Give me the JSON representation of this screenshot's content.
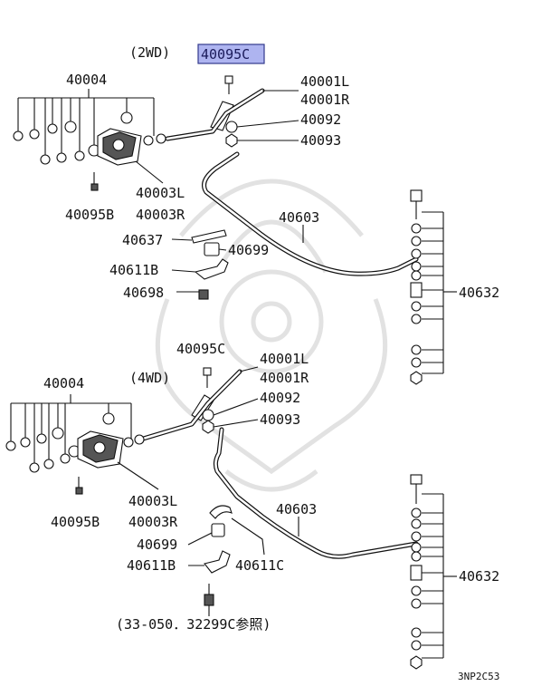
{
  "section_2wd": {
    "title": "(2WD)",
    "highlighted_part": "40095C",
    "labels": {
      "bracket_bushings": "40004",
      "bracket_l": "40001L",
      "bracket_r": "40001R",
      "washer": "40092",
      "nut": "40093",
      "mount_l": "40003L",
      "mount_r": "40003R",
      "bolt_b": "40095B",
      "stabilizer_bar": "40603",
      "clamp": "40637",
      "bushing": "40699",
      "bracket_b": "40611B",
      "bolt": "40698",
      "link": "40632"
    }
  },
  "section_4wd": {
    "title": "(4WD)",
    "labels": {
      "bolt_c": "40095C",
      "bracket_l": "40001L",
      "bracket_r": "40001R",
      "washer": "40092",
      "nut": "40093",
      "bracket_bushings": "40004",
      "mount_l": "40003L",
      "mount_r": "40003R",
      "bolt_b": "40095B",
      "stabilizer_bar": "40603",
      "bushing": "40699",
      "bracket_b": "40611B",
      "bracket_c": "40611C",
      "link": "40632"
    },
    "reference_note": "(33-050．32299C参照)"
  },
  "diagram_code": "3NP2C53"
}
